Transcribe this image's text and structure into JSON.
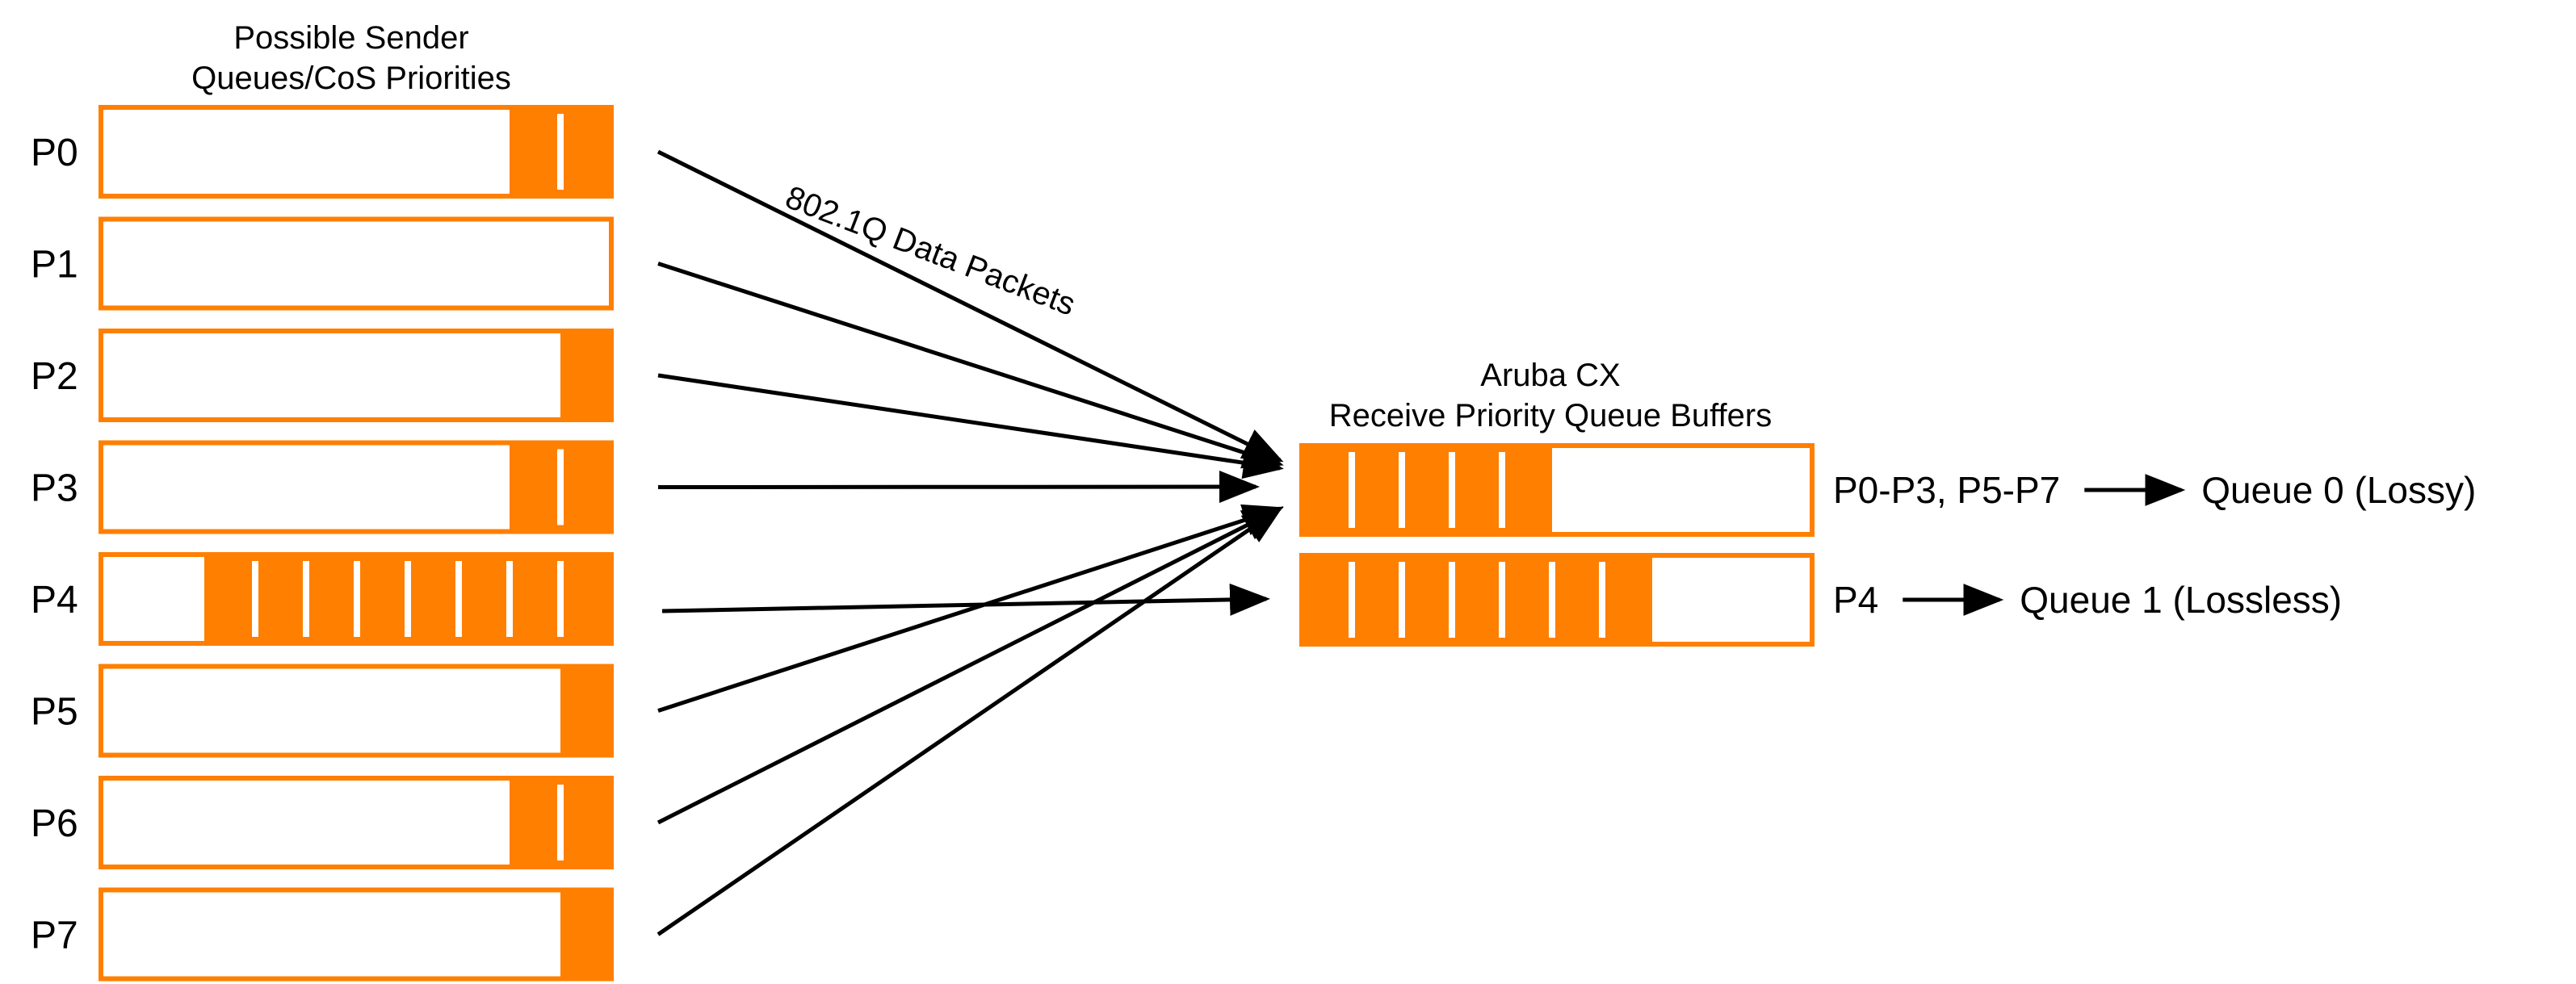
{
  "colors": {
    "accent": "#ff7f00",
    "line": "#000000",
    "background": "#ffffff"
  },
  "sender": {
    "title_line1": "Possible Sender",
    "title_line2": "Queues/CoS Priorities",
    "queues": [
      {
        "label": "P0",
        "filled_segments": 2
      },
      {
        "label": "P1",
        "filled_segments": 0
      },
      {
        "label": "P2",
        "filled_segments": 1
      },
      {
        "label": "P3",
        "filled_segments": 2
      },
      {
        "label": "P4",
        "filled_segments": 8
      },
      {
        "label": "P5",
        "filled_segments": 1
      },
      {
        "label": "P6",
        "filled_segments": 2
      },
      {
        "label": "P7",
        "filled_segments": 1
      }
    ]
  },
  "arrow_label": "802.1Q Data Packets",
  "receiver": {
    "title_line1": "Aruba CX",
    "title_line2": "Receive Priority Queue Buffers",
    "buffers": [
      {
        "filled_segments": 5,
        "source": "P0-P3, P5-P7",
        "target": "Queue 0 (Lossy)"
      },
      {
        "filled_segments": 7,
        "source": "P4",
        "target": "Queue 1 (Lossless)"
      }
    ]
  }
}
